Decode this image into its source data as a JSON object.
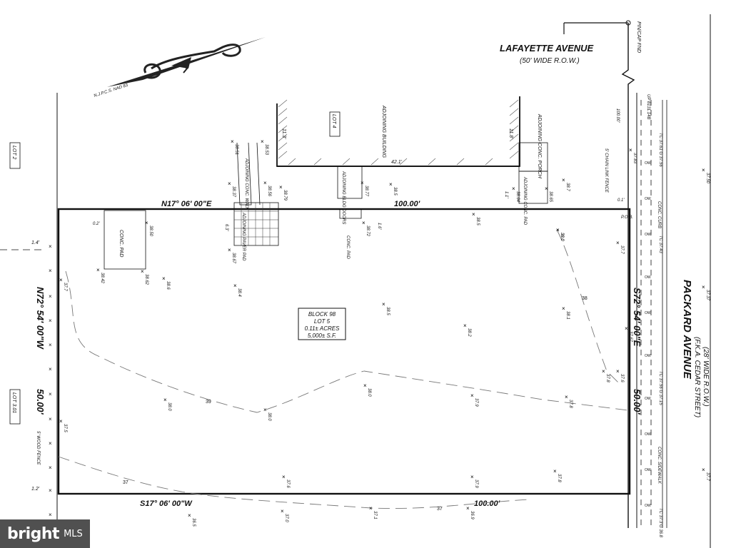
{
  "streets": {
    "lafayette_name": "LAFAYETTE AVENUE",
    "lafayette_row": "(50' WIDE R.O.W.)",
    "packard_name": "PACKARD AVENUE",
    "packard_fka": "(F.K.A. CEDAR STREET)",
    "packard_row": "(28' WIDE R.O.W.)"
  },
  "north_arrow_label": "N.J.P.C.S. NAD 83",
  "pin_cap_label": "PIN/CAP FND",
  "lot_box": {
    "line1": "BLOCK 98",
    "line2": "LOT 5",
    "line3": "0.11± ACRES",
    "line4": "5,000± S.F."
  },
  "bearings": {
    "north": "N17° 06' 00\"E",
    "north_dist": "100.00'",
    "south": "S17° 06' 00\"W",
    "south_dist": "100.00'",
    "west": "N72° 54' 00\"W",
    "west_dist": "50.00'",
    "east": "S72° 54' 00\"E",
    "east_dist": "50.00'"
  },
  "labels": {
    "lot2": "LOT 2",
    "lot3": "LOT 3.01",
    "lot4": "LOT 4",
    "adj_building": "ADJOINING BUILDING",
    "adj_porch": "ADJOINING CONC. PORCH",
    "adj_pad": "ADJOINING CONC. PAD",
    "adj_walk": "ADJOINING CONC. WALK",
    "adj_paver": "ADJOINING PAVER PAD",
    "adj_doors": "ADJOINING BLDG DOORS",
    "conc_pad_a": "CONC. PAD",
    "conc_pad_b": "CONC. PAD",
    "chain_fence": "5' CHAIN LINK FENCE",
    "wood_fence": "5' WOOD FENCE",
    "conc_curb": "CONC. CURB",
    "conc_sidewalk": "CONC. SIDEWALK",
    "pob": "P.O.B.",
    "up_label": "UP 8131.14B",
    "dim_42": "42.1'",
    "dim_113": "11.3'",
    "dim_118": "11.8'",
    "dim_100": "100.00'",
    "dim_14": "1.4'",
    "dim_12": "1.2'",
    "dim_02": "0.2'",
    "dim_63": "6.3'",
    "dim_11": "1.1'",
    "dim_16": "1.6'",
    "dim_01": "0.1'",
    "contour_38": "38",
    "contour_39": "39",
    "contour_37a": "37",
    "contour_37b": "37",
    "tc1": "TC 37.61 G 37.56",
    "tc2": "TC 37.43",
    "tc3": "TC 37.56 G 37.15",
    "tc4": "TC 37.3 G 36.8"
  },
  "spot_elevations": [
    {
      "text": "38.51"
    },
    {
      "text": "38.53"
    },
    {
      "text": "38.56"
    },
    {
      "text": "38.37"
    },
    {
      "text": "38.79"
    },
    {
      "text": "38.77"
    },
    {
      "text": "38.72"
    },
    {
      "text": "38.5"
    },
    {
      "text": "38.7"
    },
    {
      "text": "38.65"
    },
    {
      "text": "38.64"
    },
    {
      "text": "38.50"
    },
    {
      "text": "38.67"
    },
    {
      "text": "38.42"
    },
    {
      "text": "38.62"
    },
    {
      "text": "38.6"
    },
    {
      "text": "38.4"
    },
    {
      "text": "38.5"
    },
    {
      "text": "38.2"
    },
    {
      "text": "38.1"
    },
    {
      "text": "38.0"
    },
    {
      "text": "38.5"
    },
    {
      "text": "37.7"
    },
    {
      "text": "38.0"
    },
    {
      "text": "38.0"
    },
    {
      "text": "38.0"
    },
    {
      "text": "37.9"
    },
    {
      "text": "37.8"
    },
    {
      "text": "37.5"
    },
    {
      "text": "37.6"
    },
    {
      "text": "37.9"
    },
    {
      "text": "37.8"
    },
    {
      "text": "36.5"
    },
    {
      "text": "37.0"
    },
    {
      "text": "37.1"
    },
    {
      "text": "36.9"
    },
    {
      "text": "37.7"
    },
    {
      "text": "37.6"
    },
    {
      "text": "37.83"
    },
    {
      "text": "37.67"
    },
    {
      "text": "37.50"
    },
    {
      "text": "37.37"
    },
    {
      "text": "37.7"
    },
    {
      "text": "37.8"
    },
    {
      "text": "38.0"
    }
  ],
  "watermark": {
    "brand": "bright",
    "suffix": "MLS"
  }
}
